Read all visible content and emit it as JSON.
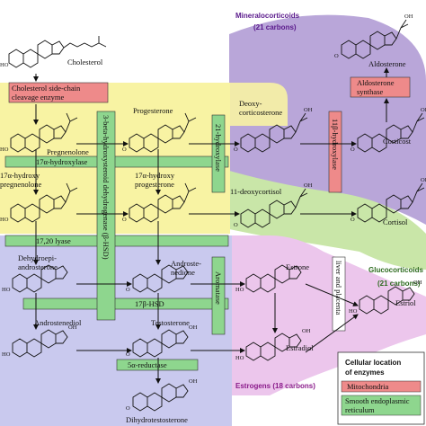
{
  "regions": {
    "mineralocorticoids": {
      "line1": "Mineralocorticoids",
      "line2": "(21 carbons)",
      "color": "#b9a6d9"
    },
    "glucocorticoids": {
      "line1": "Glucocorticoids",
      "line2": "(21 carbons)",
      "color": "#c9e6a8"
    },
    "estrogens": {
      "line1": "Estrogens (18 carbons)",
      "color": "#ecc6ec"
    },
    "progestogens_color": "#f8f3a3",
    "androgens_color": "#c9c9ee"
  },
  "compounds": {
    "cholesterol": "Cholesterol",
    "pregnenolone": "Pregnenolone",
    "progesterone": "Progesterone",
    "deoxycorticosterone_1": "Deoxy-",
    "deoxycorticosterone_2": "corticosterone",
    "corticosterone": "Corticost",
    "aldosterone": "Aldosterone",
    "hydroxypregnenolone_1": "17α-hydroxy",
    "hydroxypregnenolone_2": "pregnenolone",
    "hydroxyprogesterone_1": "17α-hydroxy",
    "hydroxyprogesterone_2": "progesterone",
    "deoxycortisol": "11-deoxycortisol",
    "cortisol": "Cortisol",
    "dhea_1": "Dehydroepi-",
    "dhea_2": "androsterone",
    "androstenedione_1": "Androste-",
    "androstenedione_2": "nedione",
    "estrone": "Estrone",
    "estriol": "Estriol",
    "androstenediol": "Androstenediol",
    "testosterone": "Testosterone",
    "estradiol": "Estradiol",
    "dht": "Dihydrotestosterone"
  },
  "enzymes": {
    "scc_1": "Cholesterol side-chain",
    "scc_2": "cleavage enzyme",
    "hydroxylase17": "17α-hydroxylase",
    "lyase": "17,20 lyase",
    "hsd3b": "3-beta-hydroxysteroid dehydrogenase (β-HSD)",
    "hydroxylase21": "21-hydroxylase",
    "hydroxylase11b": "11β-hydroxylase",
    "aldo_synth_1": "Aldosterone",
    "aldo_synth_2": "synthase",
    "hsd17b": "17β-HSD",
    "aromatase": "Aromatase",
    "reductase": "5α-reductase",
    "liver": "liver and placenta"
  },
  "legend": {
    "title_1": "Cellular location",
    "title_2": "of enzymes",
    "mito": "Mitochondria",
    "mito_color": "#ee8a8a",
    "er_1": "Smooth endoplasmic",
    "er_2": "reticulum",
    "er_color": "#8ed68e"
  },
  "atoms": {
    "ho": "HO",
    "o": "O",
    "oh": "OH",
    "h": "H"
  }
}
